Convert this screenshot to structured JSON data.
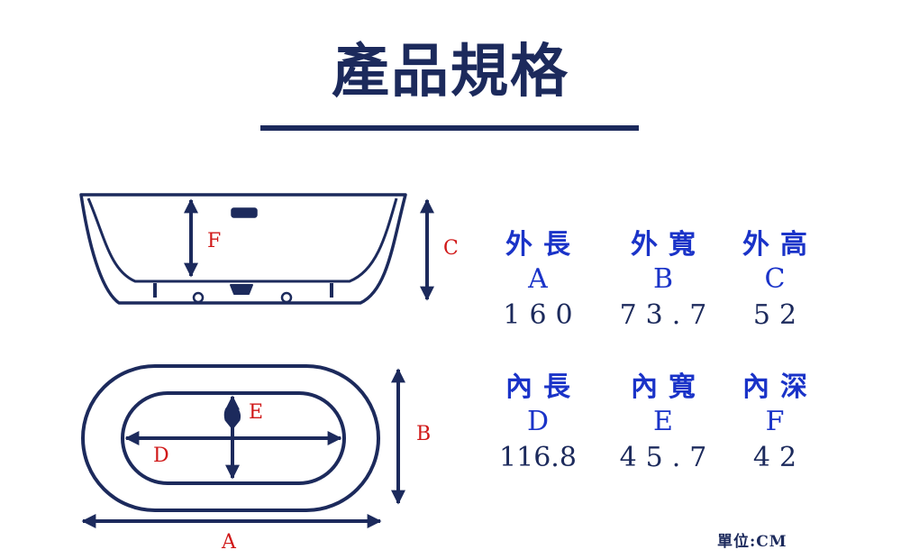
{
  "title": "產品規格",
  "colors": {
    "navy": "#1c2a5c",
    "blue": "#1a33c8",
    "red": "#d01818"
  },
  "diagram_letters": {
    "a": "A",
    "b": "B",
    "c": "C",
    "d": "D",
    "e": "E",
    "f": "F"
  },
  "specs": [
    {
      "label": "外長",
      "code": "A",
      "value": "160"
    },
    {
      "label": "外寬",
      "code": "B",
      "value": "73.7"
    },
    {
      "label": "外高",
      "code": "C",
      "value": "52"
    },
    {
      "label": "內長",
      "code": "D",
      "value": "116.8"
    },
    {
      "label": "內寬",
      "code": "E",
      "value": "45.7"
    },
    {
      "label": "內深",
      "code": "F",
      "value": "42"
    }
  ],
  "unit": "單位:CM"
}
